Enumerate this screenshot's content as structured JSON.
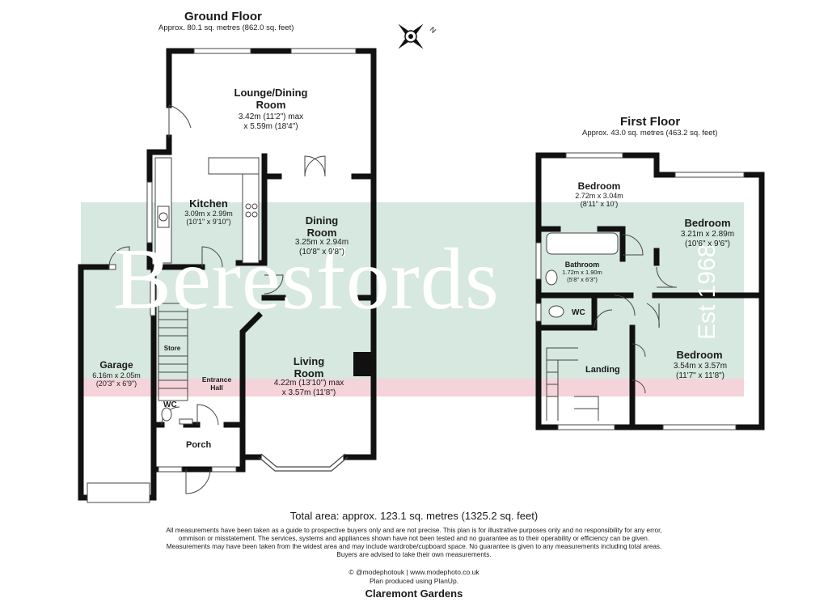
{
  "ground_floor": {
    "title": "Ground Floor",
    "area": "Approx. 80.1 sq. metres (862.0 sq. feet)",
    "rooms": {
      "lounge": {
        "name": "Lounge/Dining\nRoom",
        "dims": "3.42m (11'2\") max\nx 5.59m (18'4\")"
      },
      "kitchen": {
        "name": "Kitchen",
        "dims": "3.09m x 2.99m\n(10'1\" x 9'10\")"
      },
      "dining": {
        "name": "Dining\nRoom",
        "dims": "3.25m x 2.94m\n(10'8\" x 9'8\")"
      },
      "living": {
        "name": "Living\nRoom",
        "dims": "4.22m (13'10\") max\nx 3.57m (11'8\")"
      },
      "garage": {
        "name": "Garage",
        "dims": "6.16m x 2.05m\n(20'3\" x 6'9\")"
      },
      "store": {
        "name": "Store"
      },
      "entrance_hall": {
        "name": "Entrance\nHall"
      },
      "wc": {
        "name": "WC"
      },
      "porch": {
        "name": "Porch"
      }
    }
  },
  "first_floor": {
    "title": "First Floor",
    "area": "Approx. 43.0 sq. metres (463.2 sq. feet)",
    "rooms": {
      "bedroom1": {
        "name": "Bedroom",
        "dims": "2.72m x 3.04m\n(8'11\" x 10')"
      },
      "bedroom2": {
        "name": "Bedroom",
        "dims": "3.21m x 2.89m\n(10'6\" x 9'6\")"
      },
      "bathroom": {
        "name": "Bathroom",
        "dims": "1.72m x 1.90m\n(5'8\" x 6'3\")"
      },
      "wc": {
        "name": "WC"
      },
      "landing": {
        "name": "Landing"
      },
      "bedroom3": {
        "name": "Bedroom",
        "dims": "3.54m x 3.57m\n(11'7\" x 11'8\")"
      }
    }
  },
  "compass": {
    "label": "N",
    "icon": "compass-icon"
  },
  "watermark": {
    "brand": "Beresfords",
    "est": "Est 1968",
    "band_color": "#d6e8df",
    "stripe_color": "#f5d3da"
  },
  "footer": {
    "total": "Total area: approx. 123.1 sq. metres (1325.2 sq. feet)",
    "disclaimer": "All measurements have been taken as a guide to prospective buyers only and are not precise. This plan is for illustrative purposes only and no responsibility for any error,\nommison or misstatement. The services, systems and appliances shown have not been tested and no guarantee as to their operability or efficiency can be given.\nMeasurements may have been taken from the widest area and may include wardrobe/cupboard space. No guarantee is given to any measurements including total areas.\nBuyers are advised to take their own measurements.",
    "credit_line1": "© @modephotouk | www.modephoto.co.uk",
    "credit_line2": "Plan produced using PlanUp.",
    "property": "Claremont Gardens"
  }
}
